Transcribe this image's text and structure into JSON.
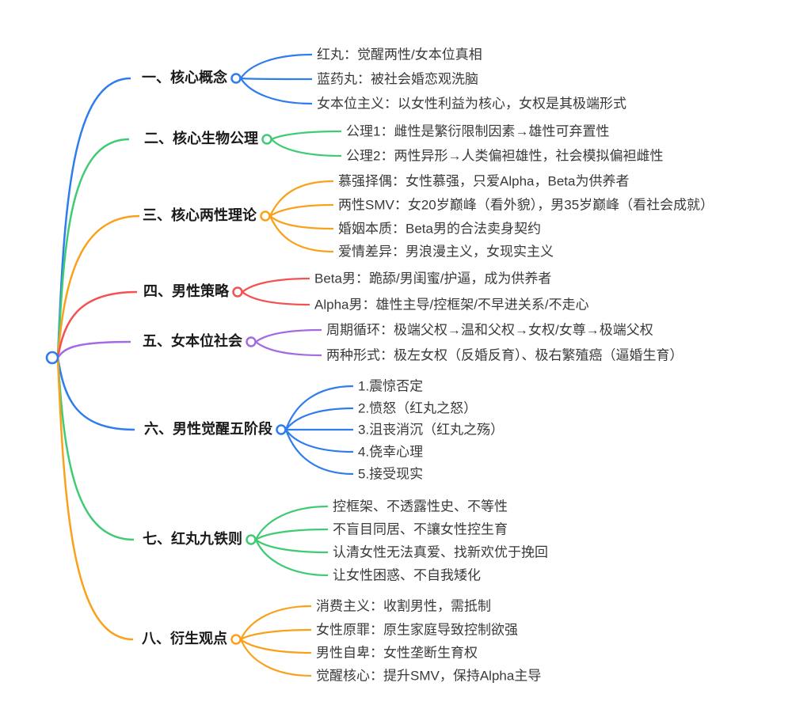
{
  "root": {
    "color": "#2F7CEE"
  },
  "branches": [
    {
      "label": "一、核心概念",
      "color": "#2F7CEE",
      "children": [
        "红丸：觉醒两性/女本位真相",
        "蓝药丸：被社会婚恋观洗脑",
        "女本位主义：以女性利益为核心，女权是其极端形式"
      ]
    },
    {
      "label": "二、核心生物公理",
      "color": "#3FCB73",
      "children": [
        "公理1：雌性是繁衍限制因素→雄性可弃置性",
        "公理2：两性异形→人类偏袒雄性，社会模拟偏袒雌性"
      ]
    },
    {
      "label": "三、核心两性理论",
      "color": "#F9A11B",
      "children": [
        "慕强择偶：女性慕强，只爱Alpha，Beta为供养者",
        "两性SMV：女20岁巅峰（看外貌），男35岁巅峰（看社会成就）",
        "婚姻本质：Beta男的合法卖身契约",
        "爱情差异：男浪漫主义，女现实主义"
      ]
    },
    {
      "label": "四、男性策略",
      "color": "#F45151",
      "children": [
        "Beta男：跪舔/男闺蜜/护逼，成为供养者",
        "Alpha男：雄性主导/控框架/不早进关系/不走心"
      ]
    },
    {
      "label": "五、女本位社会",
      "color": "#A26BE3",
      "children": [
        "周期循环：极端父权→温和父权→女权/女尊→极端父权",
        "两种形式：极左女权（反婚反育）、极右繁殖癌（逼婚生育）"
      ]
    },
    {
      "label": "六、男性觉醒五阶段",
      "color": "#2F7CEE",
      "children": [
        "1.震惊否定",
        "2.愤怒（红丸之怒）",
        "3.沮丧消沉（红丸之殇）",
        "4.侥幸心理",
        "5.接受现实"
      ]
    },
    {
      "label": "七、红丸九铁则",
      "color": "#3FCB73",
      "children": [
        "控框架、不透露性史、不等性",
        "不盲目同居、不讓女性控生育",
        "认清女性无法真爱、找新欢优于挽回",
        "让女性困惑、不自我矮化"
      ]
    },
    {
      "label": "八、衍生观点",
      "color": "#F9A11B",
      "children": [
        "消费主义：收割男性，需抵制",
        "女性原罪：原生家庭导致控制欲强",
        "男性自卑：女性垄断生育权",
        "觉醒核心：提升SMV，保持Alpha主导"
      ]
    }
  ]
}
